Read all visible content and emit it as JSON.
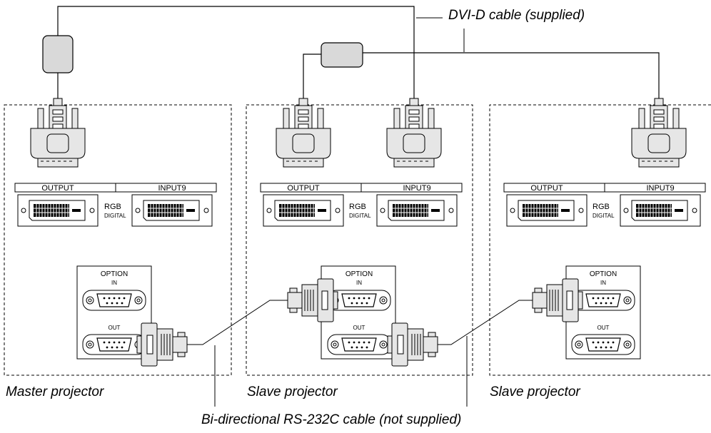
{
  "callouts": {
    "dvi_cable": "DVI-D cable (supplied)",
    "rs232_cable": "Bi-directional RS-232C cable (not supplied)"
  },
  "projectors": [
    {
      "name": "Master projector",
      "output_label": "OUTPUT",
      "input_label": "INPUT9",
      "rgb_label": "RGB",
      "digital_label": "DIGITAL",
      "option_label": "OPTION",
      "in_label": "IN",
      "out_label": "OUT"
    },
    {
      "name": "Slave projector",
      "output_label": "OUTPUT",
      "input_label": "INPUT9",
      "rgb_label": "RGB",
      "digital_label": "DIGITAL",
      "option_label": "OPTION",
      "in_label": "IN",
      "out_label": "OUT"
    },
    {
      "name": "Slave projector",
      "output_label": "OUTPUT",
      "input_label": "INPUT9",
      "rgb_label": "RGB",
      "digital_label": "DIGITAL",
      "option_label": "OPTION",
      "in_label": "IN",
      "out_label": "OUT"
    }
  ],
  "colors": {
    "stroke": "#000000",
    "connector_fill": "#e6e6e6",
    "box_fill": "#d9d9d9"
  }
}
